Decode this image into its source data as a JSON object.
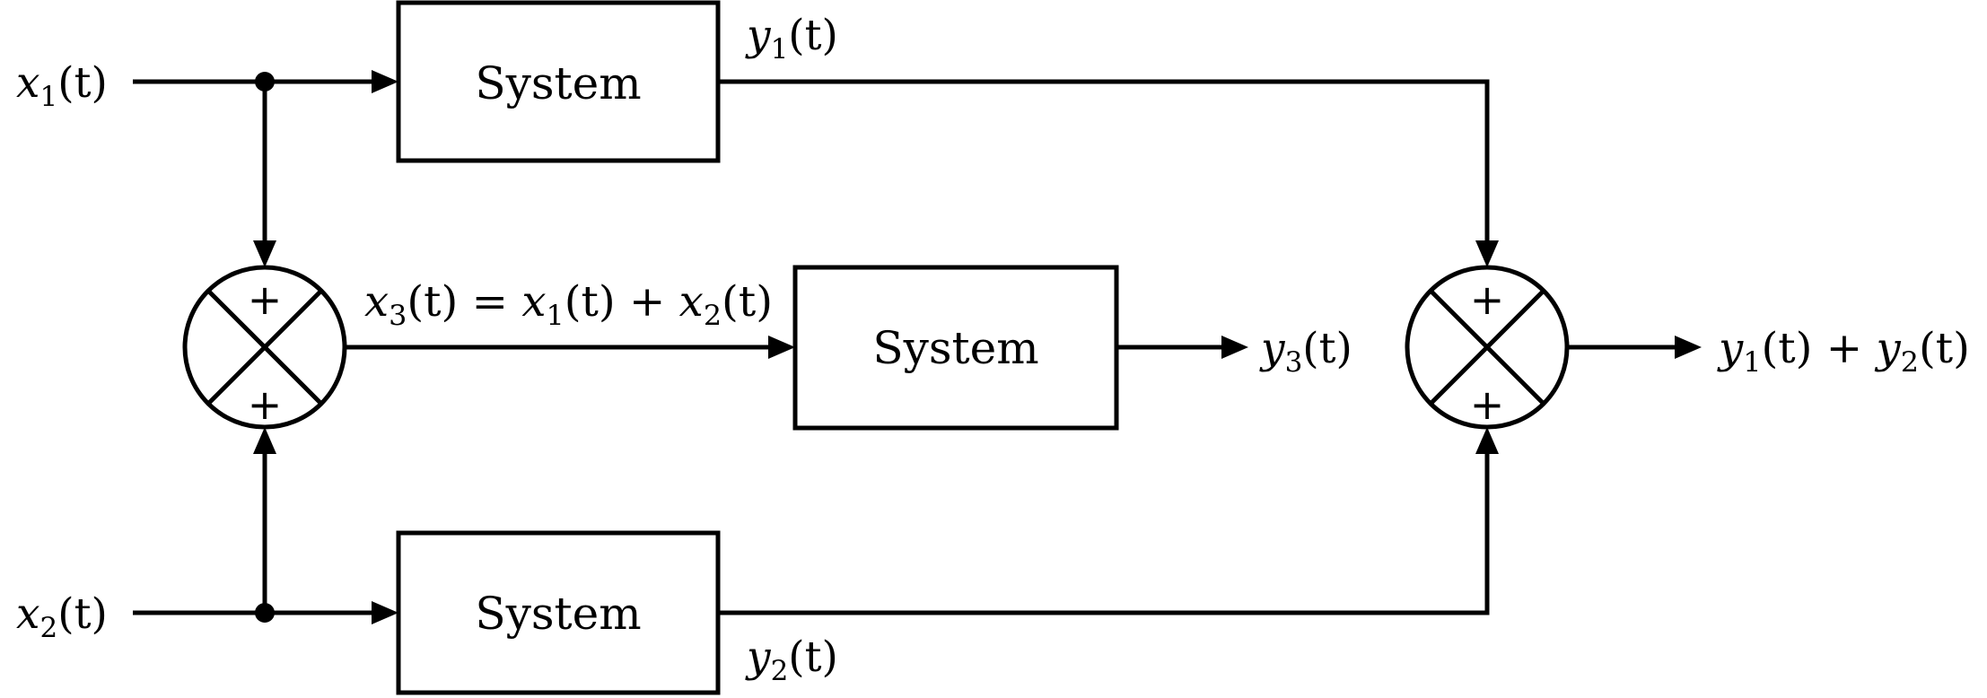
{
  "blocks": {
    "top": "System",
    "middle": "System",
    "bottom": "System"
  },
  "summers": {
    "left": {
      "top_sign": "+",
      "bottom_sign": "+"
    },
    "right": {
      "top_sign": "+",
      "bottom_sign": "+"
    }
  },
  "signals": {
    "x1": {
      "sym": "x",
      "sub": "1",
      "arg": "(t)"
    },
    "x2": {
      "sym": "x",
      "sub": "2",
      "arg": "(t)"
    },
    "y1": {
      "sym": "y",
      "sub": "1",
      "arg": "(t)"
    },
    "y2": {
      "sym": "y",
      "sub": "2",
      "arg": "(t)"
    },
    "y3": {
      "sym": "y",
      "sub": "3",
      "arg": "(t)"
    },
    "x3_eq": {
      "lhs_sym": "x",
      "lhs_sub": "3",
      "lhs_arg": "(t) = ",
      "t1_sym": "x",
      "t1_sub": "1",
      "t1_arg": "(t) + ",
      "t2_sym": "x",
      "t2_sub": "2",
      "t2_arg": "(t)"
    },
    "sum_out": {
      "t1_sym": "y",
      "t1_sub": "1",
      "t1_arg": "(t) + ",
      "t2_sym": "y",
      "t2_sub": "2",
      "t2_arg": "(t)"
    }
  }
}
